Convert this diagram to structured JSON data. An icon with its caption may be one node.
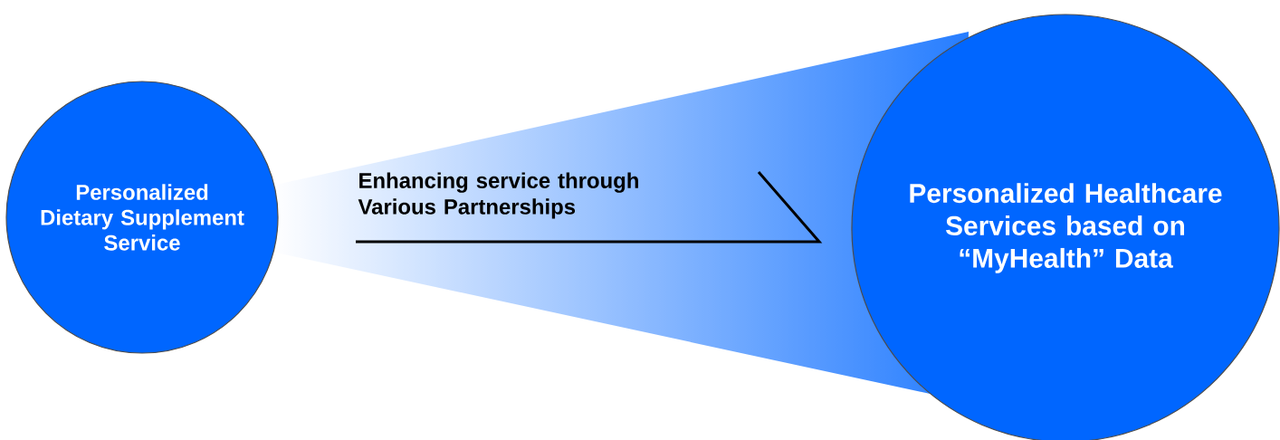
{
  "diagram": {
    "nodes": [
      {
        "text": [
          "Personalized Dietary Supplement Service"
        ]
      },
      {
        "text": [
          "Personalized Healthcare Services based on “MyHealth” Data"
        ]
      }
    ],
    "labels": [
      "Enhancing service through Various Partnerships"
    ]
  }
}
